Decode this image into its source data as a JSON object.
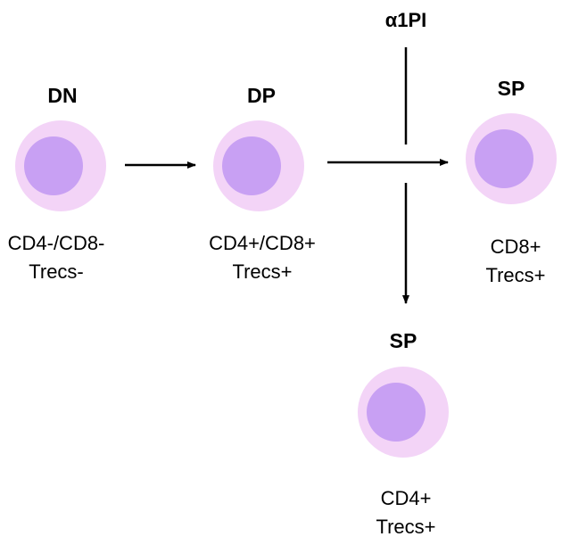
{
  "inhibitor": "α1PI",
  "colors": {
    "cell_outer": "#f3d4f7",
    "cell_inner": "#c8a0f3",
    "arrow": "#000000",
    "background": "#ffffff"
  },
  "cells": [
    {
      "id": "dn",
      "title": "DN",
      "markers": [
        "CD4-/CD8-",
        "Trecs-"
      ]
    },
    {
      "id": "dp",
      "title": "DP",
      "markers": [
        "CD4+/CD8+",
        "Trecs+"
      ]
    },
    {
      "id": "sp-cd8",
      "title": "SP",
      "markers": [
        "CD8+",
        "Trecs+"
      ]
    },
    {
      "id": "sp-cd4",
      "title": "SP",
      "markers": [
        "CD4+",
        "Trecs+"
      ]
    }
  ]
}
